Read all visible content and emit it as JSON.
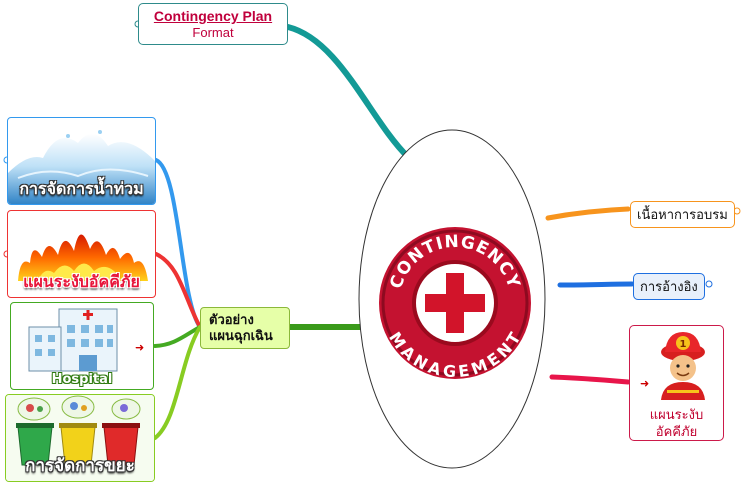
{
  "center": {
    "badge_top": "CONTINGENCY",
    "badge_bottom": "MANAGEMENT",
    "colors": {
      "ring": "#c41230",
      "cross": "#d2142a"
    }
  },
  "title_node": {
    "line1": "Contingency Plan",
    "line2": "Format"
  },
  "right_nodes": [
    {
      "label": "เนื้อหาการอบรม",
      "color": "#f7941d"
    },
    {
      "label": "การอ้างอิง",
      "color": "#1e6fe0"
    }
  ],
  "fire_node": {
    "label_line1": "แผนระงับ",
    "label_line2": "อัคคีภัย",
    "color": "#e8154a",
    "badge": "1"
  },
  "hub": {
    "line1": "ตัวอย่าง",
    "line2": "แผนฉุกเฉิน",
    "color": "#4aa010"
  },
  "left_nodes": [
    {
      "caption": "การจัดการน้ำท่วม",
      "color": "#3399ee",
      "icon": "water-splash-icon"
    },
    {
      "caption": "แผนระงับอัคคีภัย",
      "color": "#ee3333",
      "icon": "fire-icon"
    },
    {
      "caption": "Hospital",
      "color": "#44aa22",
      "icon": "hospital-building-icon"
    },
    {
      "caption": "การจัดการขยะ",
      "color": "#88cc22",
      "icon": "recycle-bins-icon"
    }
  ],
  "connector_colors": {
    "title": "#139a96",
    "hub": "#3a9a1a"
  }
}
